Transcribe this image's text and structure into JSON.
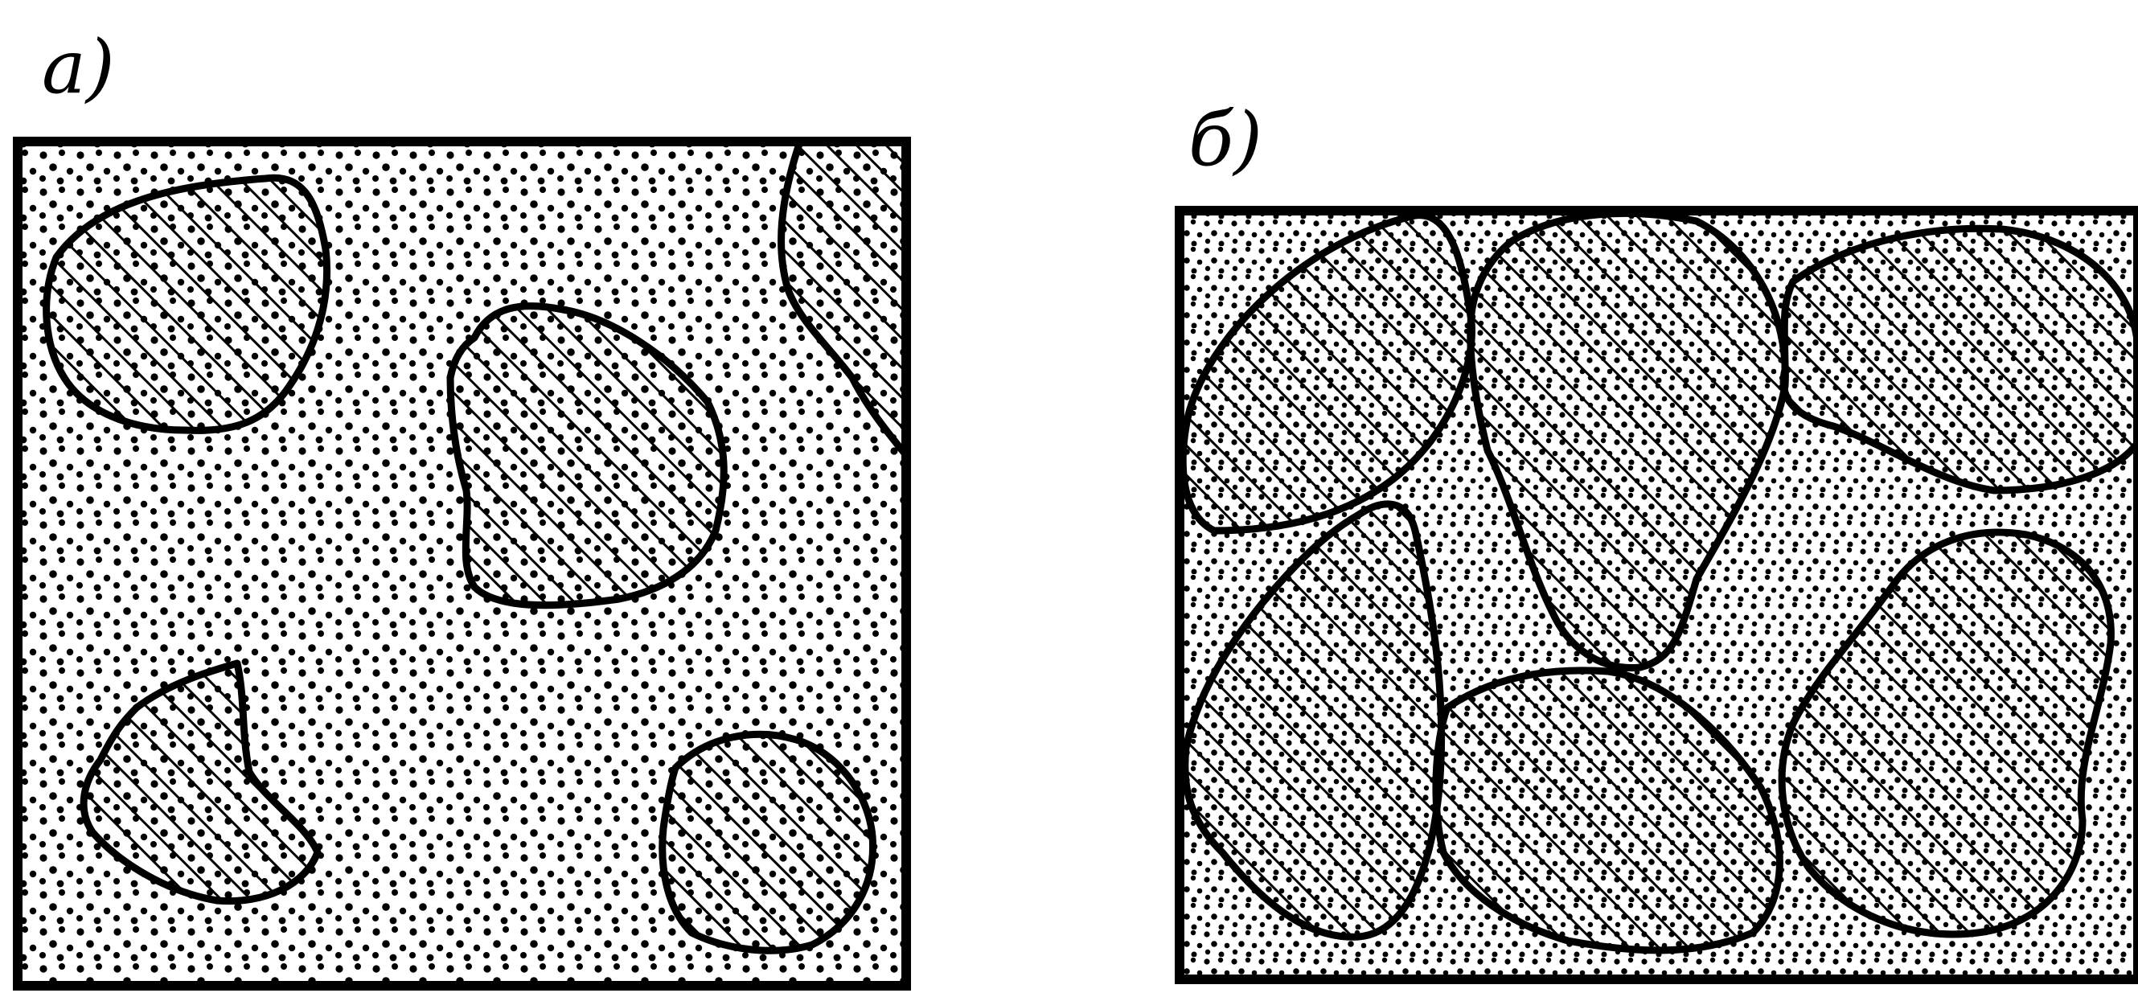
{
  "panels": [
    {
      "id": "a",
      "label": "a)"
    },
    {
      "id": "b",
      "label": "б)"
    }
  ],
  "colors": {
    "ink": "#000000",
    "paper": "#ffffff"
  }
}
